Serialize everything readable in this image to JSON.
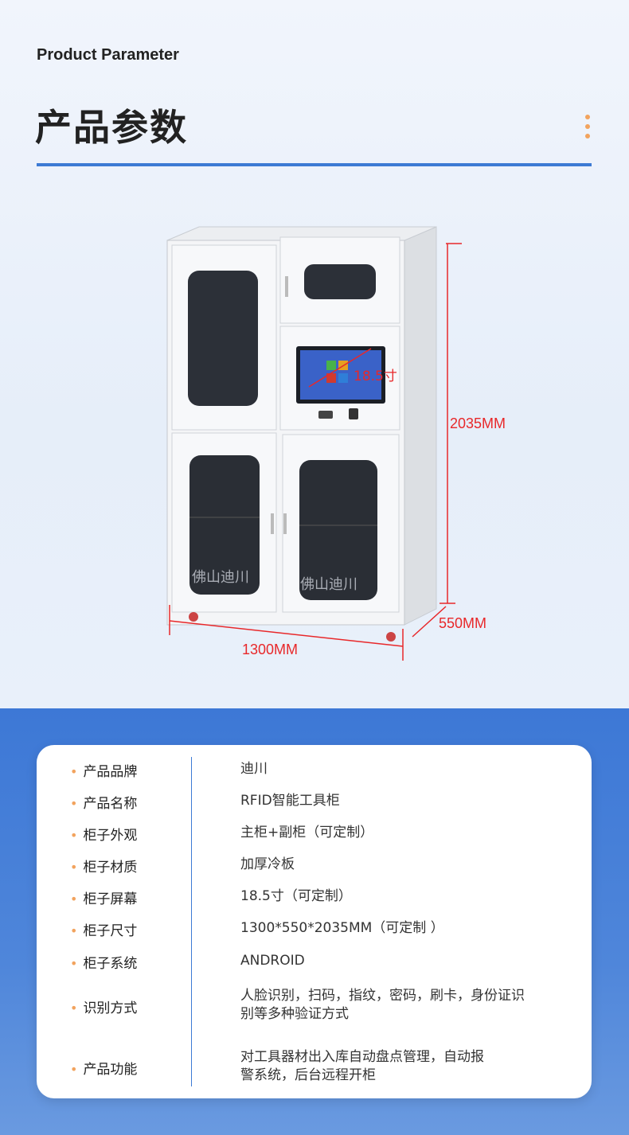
{
  "header": {
    "subtitle": "Product Parameter",
    "title": "产品参数"
  },
  "product_image": {
    "screen_size": "18.5寸",
    "height_label": "2035MM",
    "depth_label": "550MM",
    "width_label": "1300MM",
    "watermark": "佛山迪川",
    "accent_color": "#e8282a"
  },
  "params": [
    {
      "key": "产品品牌",
      "value": "迪川"
    },
    {
      "key": "产品名称",
      "value": "RFID智能工具柜"
    },
    {
      "key": "柜子外观",
      "value": "主柜+副柜（可定制）"
    },
    {
      "key": "柜子材质",
      "value": "加厚冷板"
    },
    {
      "key": "柜子屏幕",
      "value": "18.5寸（可定制）"
    },
    {
      "key": "柜子尺寸",
      "value": "1300*550*2035MM（可定制 ）"
    },
    {
      "key": "柜子系统",
      "value": "ANDROID"
    },
    {
      "key": "识别方式",
      "value": "人脸识别，扫码，指纹，密码，刷卡，身份证识别等多种验证方式"
    },
    {
      "key": "产品功能",
      "value": "对工具器材出入库自动盘点管理，自动报警系统，后台远程开柜"
    }
  ],
  "colors": {
    "brand_blue": "#3d7bd4",
    "accent_orange": "#f2a35e"
  }
}
